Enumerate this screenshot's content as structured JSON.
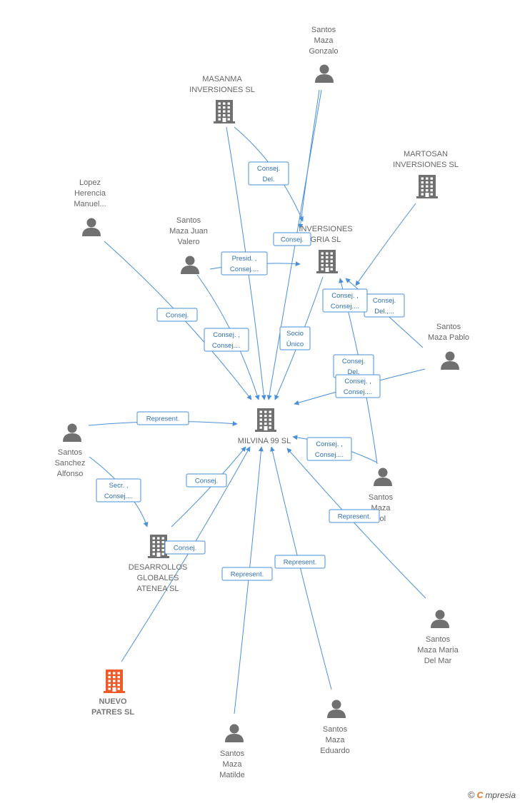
{
  "colors": {
    "edge": "#4a90d9",
    "node": "#707070",
    "highlight": "#f05a28"
  },
  "nodes": [
    {
      "id": "gonzalo",
      "type": "person",
      "lines": [
        "Santos",
        "Maza",
        "Gonzalo"
      ]
    },
    {
      "id": "masanma",
      "type": "company",
      "lines": [
        "MASANMA",
        "INVERSIONES SL"
      ]
    },
    {
      "id": "martosan",
      "type": "company",
      "lines": [
        "MARTOSAN",
        "INVERSIONES SL"
      ]
    },
    {
      "id": "lopez",
      "type": "person",
      "lines": [
        "Lopez",
        "Herencia",
        "Manuel..."
      ]
    },
    {
      "id": "juanvalero",
      "type": "person",
      "lines": [
        "Santos",
        "Maza Juan",
        "Valero"
      ]
    },
    {
      "id": "invgria",
      "type": "company",
      "lines": [
        "INVERSIONES",
        "GRIA SL"
      ]
    },
    {
      "id": "pablo",
      "type": "person",
      "lines": [
        "Santos",
        "Maza Pablo"
      ]
    },
    {
      "id": "milvina",
      "type": "company",
      "lines": [
        "MILVINA 99 SL"
      ]
    },
    {
      "id": "alfonso",
      "type": "person",
      "lines": [
        "Santos",
        "Sanchez",
        "Alfonso"
      ]
    },
    {
      "id": "maza_sol",
      "type": "person",
      "lines": [
        "Santos",
        "Maza",
        "sol"
      ]
    },
    {
      "id": "desarrollos",
      "type": "company",
      "lines": [
        "DESARROLLOS",
        "GLOBALES",
        "ATENEA SL"
      ]
    },
    {
      "id": "mariadelmar",
      "type": "person",
      "lines": [
        "Santos",
        "Maza Maria",
        "Del Mar"
      ]
    },
    {
      "id": "nuevopatres",
      "type": "company",
      "highlight": true,
      "lines": [
        "NUEVO",
        "PATRES SL"
      ]
    },
    {
      "id": "eduardo",
      "type": "person",
      "lines": [
        "Santos",
        "Maza",
        "Eduardo"
      ]
    },
    {
      "id": "matilde",
      "type": "person",
      "lines": [
        "Santos",
        "Maza",
        "Matilde"
      ]
    }
  ],
  "edges": [
    {
      "id": "e_masanma_invgria",
      "labels": [
        "Consej.",
        "Del."
      ]
    },
    {
      "id": "e_gonzalo_invgria",
      "labels": [
        "Consej."
      ]
    },
    {
      "id": "e_juan_invgria",
      "labels": [
        "Presid. ,",
        "Consej...."
      ]
    },
    {
      "id": "e_martosan_invgria",
      "labels": [
        "Consej.",
        "Del.,..."
      ]
    },
    {
      "id": "e_invgria_milvina",
      "labels": [
        "Socio",
        "Único"
      ]
    },
    {
      "id": "e_pablo_invgria",
      "labels": [
        "Consej. ,",
        "Consej...."
      ]
    },
    {
      "id": "e_lopez_milvina",
      "labels": [
        "Consej."
      ]
    },
    {
      "id": "e_juan_milvina",
      "labels": [
        "Consej. ,",
        "Consej...."
      ]
    },
    {
      "id": "e_sol_invgria",
      "labels": [
        "Consej.",
        "Del."
      ]
    },
    {
      "id": "e_pablo_milvina",
      "labels": [
        "Consej. ,",
        "Consej...."
      ]
    },
    {
      "id": "e_alfonso_milvina",
      "labels": [
        "Represent."
      ]
    },
    {
      "id": "e_sol_milvina",
      "labels": [
        "Consej. ,",
        "Consej...."
      ]
    },
    {
      "id": "e_desarrollos_milvina",
      "labels": [
        "Consej."
      ]
    },
    {
      "id": "e_alfonso_desarrollos",
      "labels": [
        "Secr. ,",
        "Consej...."
      ]
    },
    {
      "id": "e_mariadelmar_milvina",
      "labels": [
        "Represent."
      ]
    },
    {
      "id": "e_nuevopatres_milvina",
      "labels": [
        "Consej."
      ]
    },
    {
      "id": "e_eduardo_milvina",
      "labels": [
        "Represent."
      ]
    },
    {
      "id": "e_matilde_milvina",
      "labels": [
        "Represent."
      ]
    },
    {
      "id": "e_masanma_milvina",
      "labels": []
    },
    {
      "id": "e_gonzalo_milvina",
      "labels": []
    }
  ],
  "footer": {
    "copyright": "©",
    "brand_first": "C",
    "brand_rest": "mpresia"
  }
}
